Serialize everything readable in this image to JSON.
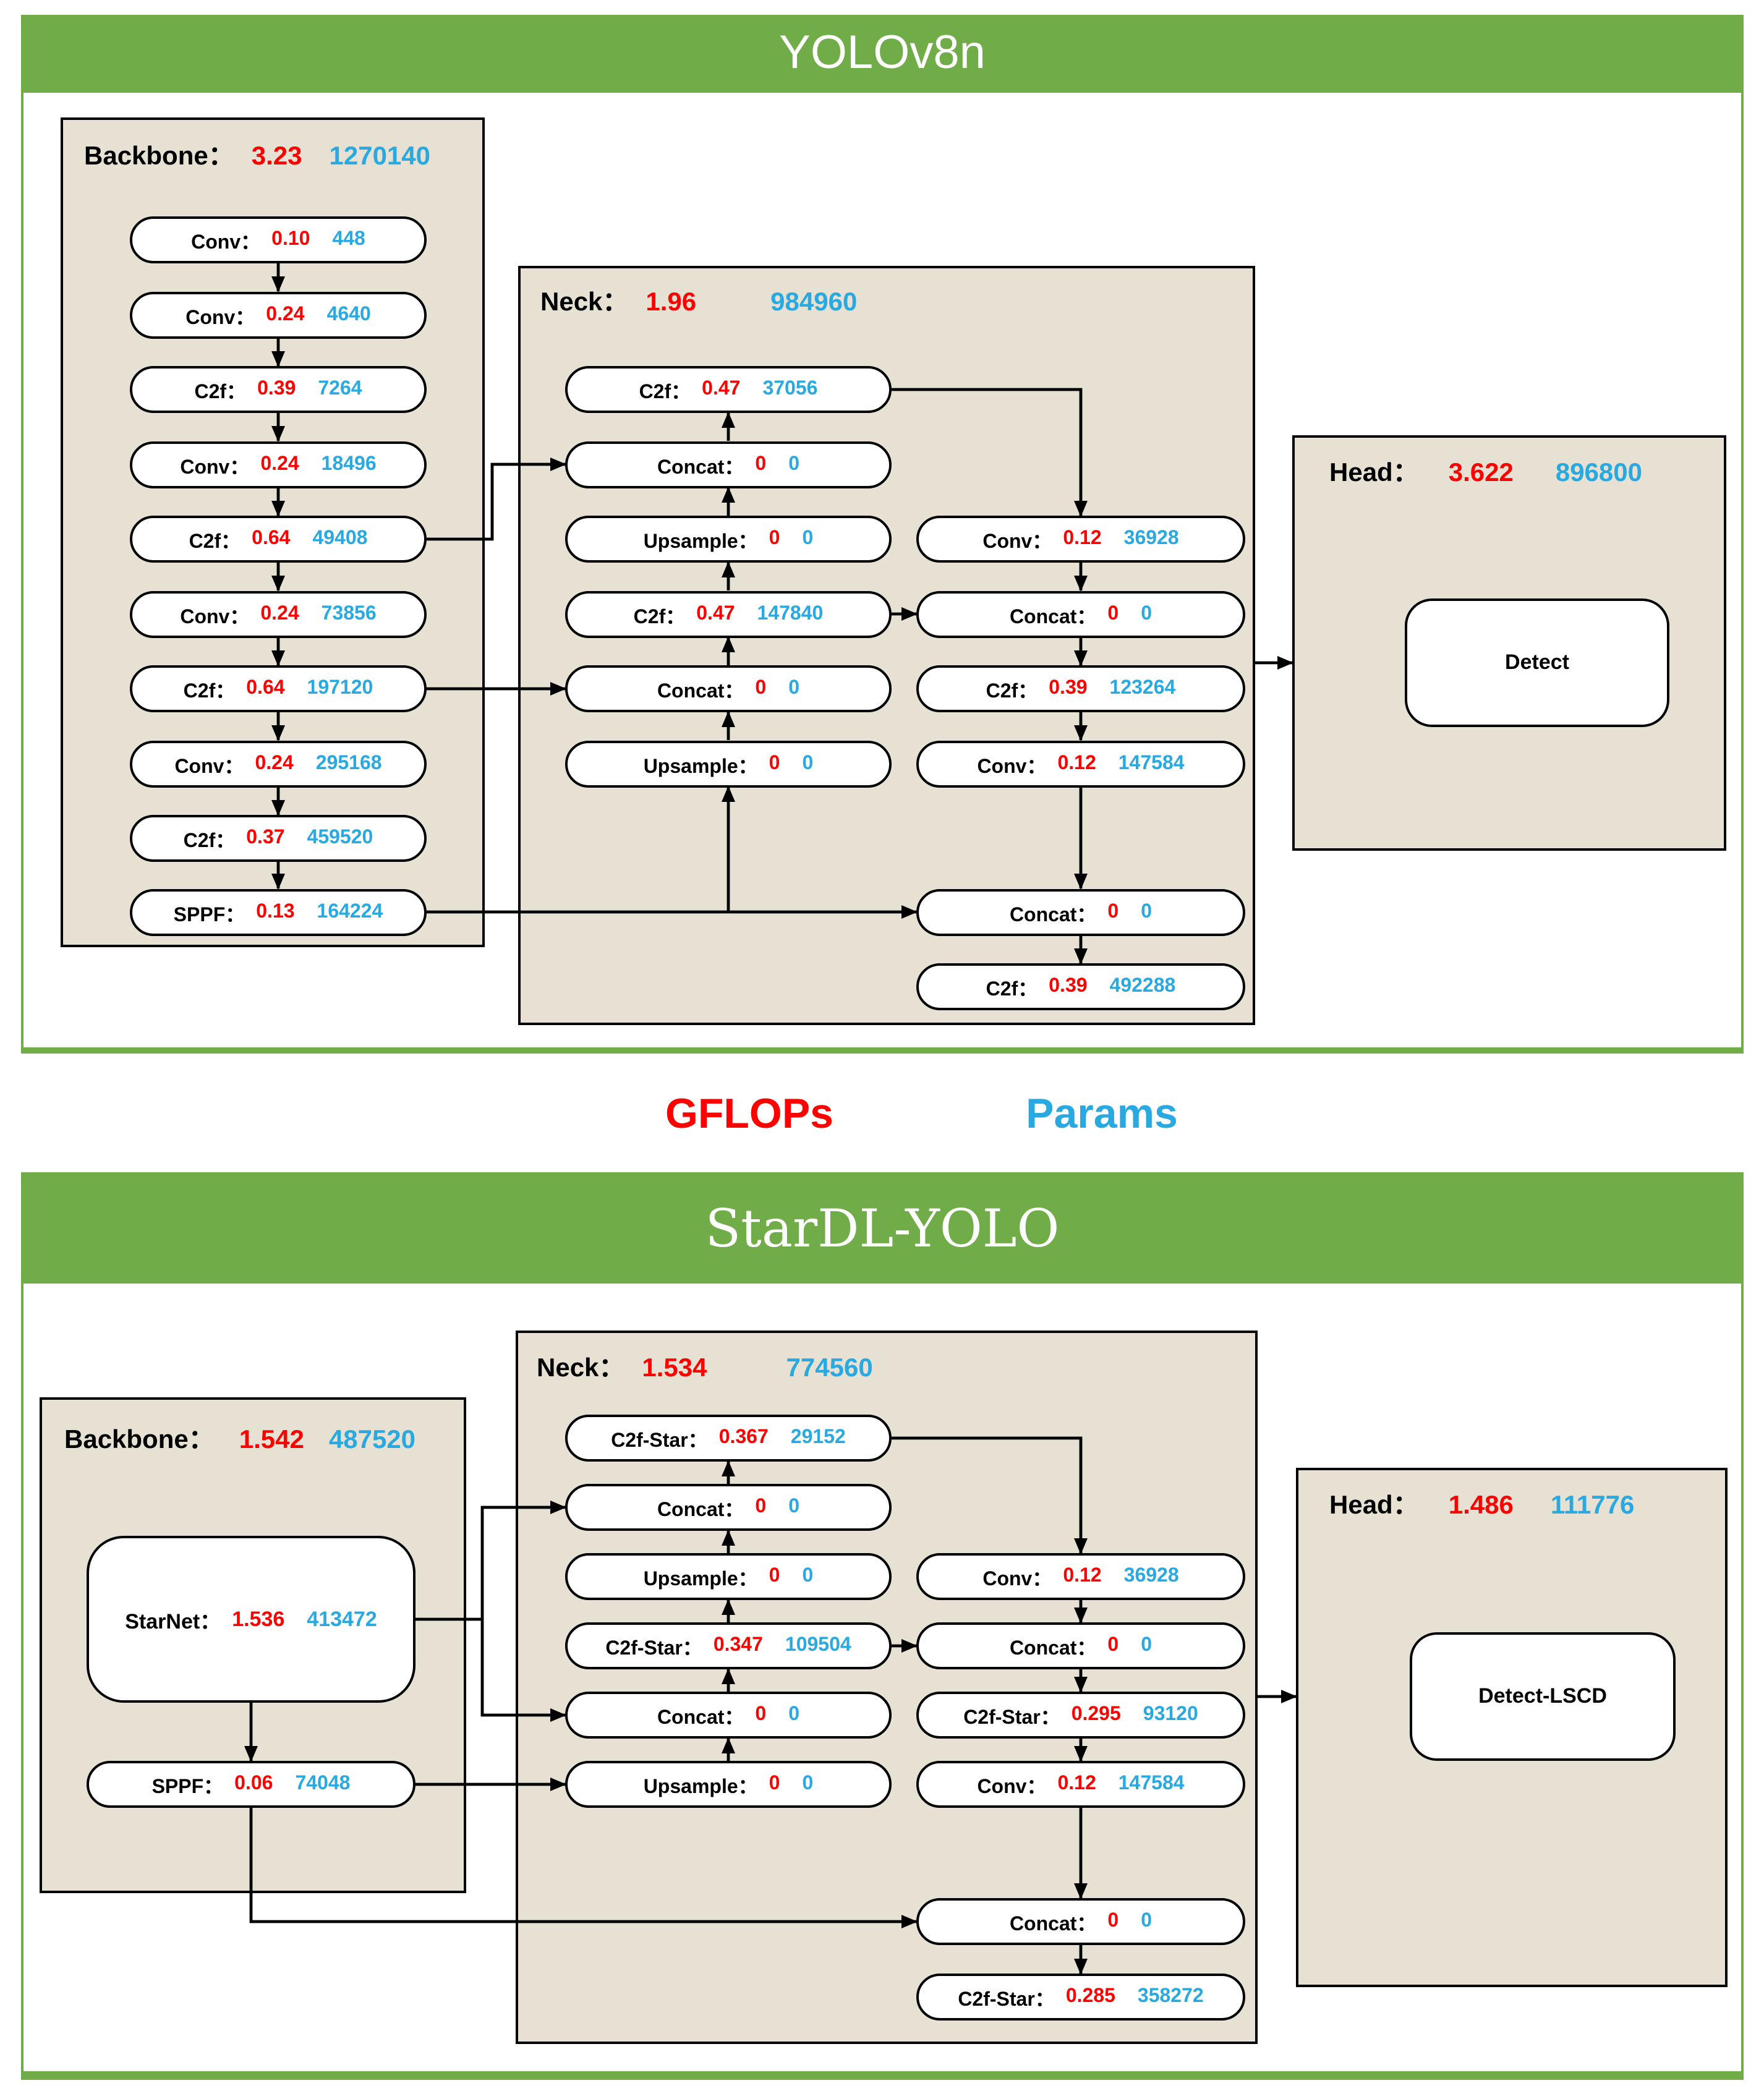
{
  "legend": {
    "gflops_label": "GFLOPs",
    "params_label": "Params"
  },
  "colors": {
    "banner_green": "#70AC47",
    "panel_beige": "#E6E1D3",
    "gflops_red": "#FF0000",
    "params_blue": "#29A9E1"
  },
  "yolov8n": {
    "banner": "YOLOv8n",
    "backbone": {
      "label": "Backbone：",
      "gflops": "3.23",
      "params": "1270140",
      "nodes": [
        {
          "name": "Conv：",
          "gflops": "0.10",
          "params": "448"
        },
        {
          "name": "Conv：",
          "gflops": "0.24",
          "params": "4640"
        },
        {
          "name": "C2f：",
          "gflops": "0.39",
          "params": "7264"
        },
        {
          "name": "Conv：",
          "gflops": "0.24",
          "params": "18496"
        },
        {
          "name": "C2f：",
          "gflops": "0.64",
          "params": "49408"
        },
        {
          "name": "Conv：",
          "gflops": "0.24",
          "params": "73856"
        },
        {
          "name": "C2f：",
          "gflops": "0.64",
          "params": "197120"
        },
        {
          "name": "Conv：",
          "gflops": "0.24",
          "params": "295168"
        },
        {
          "name": "C2f：",
          "gflops": "0.37",
          "params": "459520"
        },
        {
          "name": "SPPF：",
          "gflops": "0.13",
          "params": "164224"
        }
      ]
    },
    "neck": {
      "label": "Neck：",
      "gflops": "1.96",
      "params": "984960",
      "left_nodes": [
        {
          "name": "C2f：",
          "gflops": "0.47",
          "params": "37056"
        },
        {
          "name": "Concat：",
          "gflops": "0",
          "params": "0"
        },
        {
          "name": "Upsample：",
          "gflops": "0",
          "params": "0"
        },
        {
          "name": "C2f：",
          "gflops": "0.47",
          "params": "147840"
        },
        {
          "name": "Concat：",
          "gflops": "0",
          "params": "0"
        },
        {
          "name": "Upsample：",
          "gflops": "0",
          "params": "0"
        }
      ],
      "right_nodes": [
        {
          "name": "Conv：",
          "gflops": "0.12",
          "params": "36928"
        },
        {
          "name": "Concat：",
          "gflops": "0",
          "params": "0"
        },
        {
          "name": "C2f：",
          "gflops": "0.39",
          "params": "123264"
        },
        {
          "name": "Conv：",
          "gflops": "0.12",
          "params": "147584"
        },
        {
          "name": "Concat：",
          "gflops": "0",
          "params": "0"
        },
        {
          "name": "C2f：",
          "gflops": "0.39",
          "params": "492288"
        }
      ]
    },
    "head": {
      "label": "Head：",
      "gflops": "3.622",
      "params": "896800",
      "node": "Detect"
    }
  },
  "stardl": {
    "banner": "StarDL-YOLO",
    "backbone": {
      "label": "Backbone：",
      "gflops": "1.542",
      "params": "487520",
      "starnet": {
        "name": "StarNet：",
        "gflops": "1.536",
        "params": "413472"
      },
      "sppf": {
        "name": "SPPF：",
        "gflops": "0.06",
        "params": "74048"
      }
    },
    "neck": {
      "label": "Neck：",
      "gflops": "1.534",
      "params": "774560",
      "left_nodes": [
        {
          "name": "C2f-Star：",
          "gflops": "0.367",
          "params": "29152"
        },
        {
          "name": "Concat：",
          "gflops": "0",
          "params": "0"
        },
        {
          "name": "Upsample：",
          "gflops": "0",
          "params": "0"
        },
        {
          "name": "C2f-Star：",
          "gflops": "0.347",
          "params": "109504"
        },
        {
          "name": "Concat：",
          "gflops": "0",
          "params": "0"
        },
        {
          "name": "Upsample：",
          "gflops": "0",
          "params": "0"
        }
      ],
      "right_nodes": [
        {
          "name": "Conv：",
          "gflops": "0.12",
          "params": "36928"
        },
        {
          "name": "Concat：",
          "gflops": "0",
          "params": "0"
        },
        {
          "name": "C2f-Star：",
          "gflops": "0.295",
          "params": "93120"
        },
        {
          "name": "Conv：",
          "gflops": "0.12",
          "params": "147584"
        },
        {
          "name": "Concat：",
          "gflops": "0",
          "params": "0"
        },
        {
          "name": "C2f-Star：",
          "gflops": "0.285",
          "params": "358272"
        }
      ]
    },
    "head": {
      "label": "Head：",
      "gflops": "1.486",
      "params": "111776",
      "node": "Detect-LSCD"
    }
  }
}
